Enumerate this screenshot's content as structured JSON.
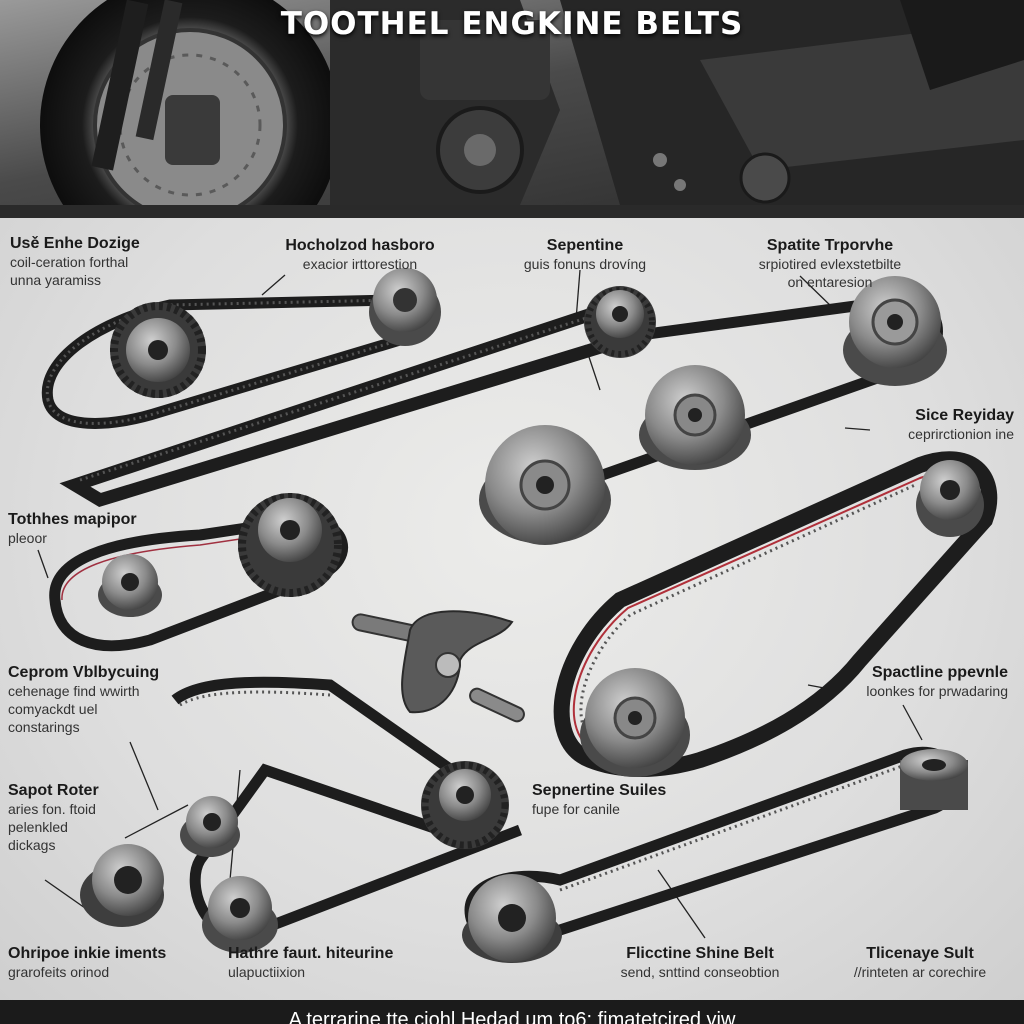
{
  "title": "TOOTHEL ENGKINE BELTS",
  "labels": [
    {
      "id": "use-enhe-dozige",
      "heading": "Usě Enhe Dozige",
      "lines": [
        "coil-ceration forthal",
        "unna yaramiss"
      ]
    },
    {
      "id": "hocholzod-hasboro",
      "heading": "Hocholzod hasboro",
      "lines": [
        "exacior irttorestion"
      ]
    },
    {
      "id": "sepentine",
      "heading": "Sepentine",
      "lines": [
        "guis fonuns drovíng"
      ]
    },
    {
      "id": "spatite-trporvhe",
      "heading": "Spatite Trporvhe",
      "lines": [
        "srpiotired evlexstetbilte",
        "on entaresion"
      ]
    },
    {
      "id": "sice-reyiday",
      "heading": "Sice Reyiday",
      "lines": [
        "ceprirctionion ine"
      ]
    },
    {
      "id": "tothhes-mapipor",
      "heading": "Tothhes mapipor",
      "lines": [
        "pleoor"
      ]
    },
    {
      "id": "ceprom-vblbycuing",
      "heading": "Ceprom Vblbycuing",
      "lines": [
        "cehenage find wwirth",
        "comyackdt uel",
        "constarings"
      ]
    },
    {
      "id": "spactline-ppevnle",
      "heading": "Spactline ppevnle",
      "lines": [
        "loonkes for prwadaring"
      ]
    },
    {
      "id": "sapot-roter",
      "heading": "Sapot Roter",
      "lines": [
        "aries fon. ftoid",
        "pelenkled",
        "dickags"
      ]
    },
    {
      "id": "sepnertine-suiles",
      "heading": "Sepnertine Suiles",
      "lines": [
        "fupe for canile"
      ]
    },
    {
      "id": "ohripoe-inkie-iments",
      "heading": "Ohripoe inkie iments",
      "lines": [
        "grarofeits orinod"
      ]
    },
    {
      "id": "hathre-faurt-hiteurine",
      "heading": "Hathre fauıt. hiteurine",
      "lines": [
        "ulapuctiixion"
      ]
    },
    {
      "id": "flicctine-shine-belt",
      "heading": "Flicctine Shine Belt",
      "lines": [
        "send, snttind conseobtion"
      ]
    },
    {
      "id": "thcenaye-sult",
      "heading": "Tlicenaye Sult",
      "lines": [
        "//rinteten ar corechire"
      ]
    }
  ],
  "caption": "A terrarine tte ciohl Hedad um to6: fimatetcired viw",
  "colors": {
    "belt": "#2b2b2b",
    "belt_edge": "#111111",
    "accent_red": "#b0303a",
    "panel": "#dedede",
    "band": "#2a2a2a"
  }
}
